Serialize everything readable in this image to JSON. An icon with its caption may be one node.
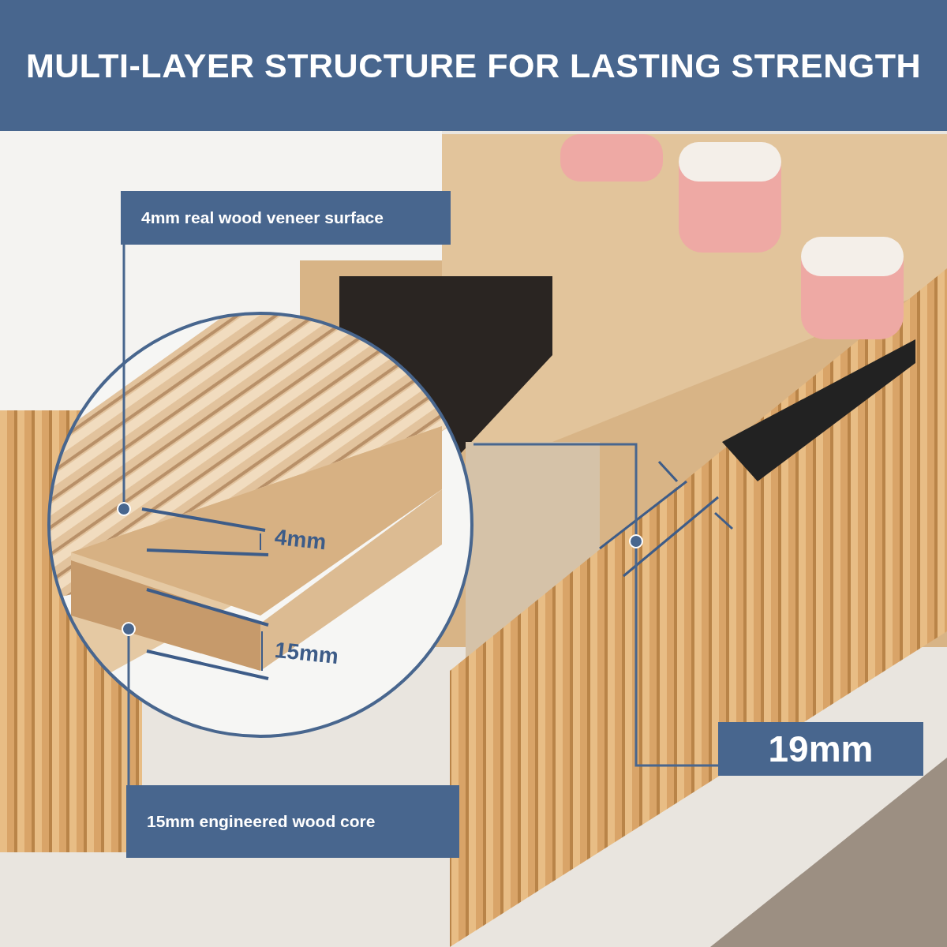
{
  "diagram": {
    "title": "MULTI-LAYER STRUCTURE FOR LASTING STRENGTH",
    "nodes": [
      {
        "text": [
          "4mm real wood veneer surface"
        ]
      },
      {
        "text": [],
        "shape": "circle"
      },
      {
        "text": [],
        "shape": "circle"
      },
      {
        "text": [],
        "shape": "circle"
      },
      {
        "text": [
          "19mm"
        ]
      },
      {
        "text": [
          "15mm engineered wood core"
        ]
      }
    ],
    "edges": [
      {
        "from": 0,
        "to": 1,
        "arrow": "none"
      },
      {
        "from": 3,
        "to": 5,
        "arrow": "none"
      },
      {
        "from": 2,
        "to": 4,
        "arrow": "none"
      },
      {
        "from": 2,
        "to": null,
        "arrow": "none"
      }
    ],
    "labels": [
      "4mm",
      "15mm"
    ]
  }
}
